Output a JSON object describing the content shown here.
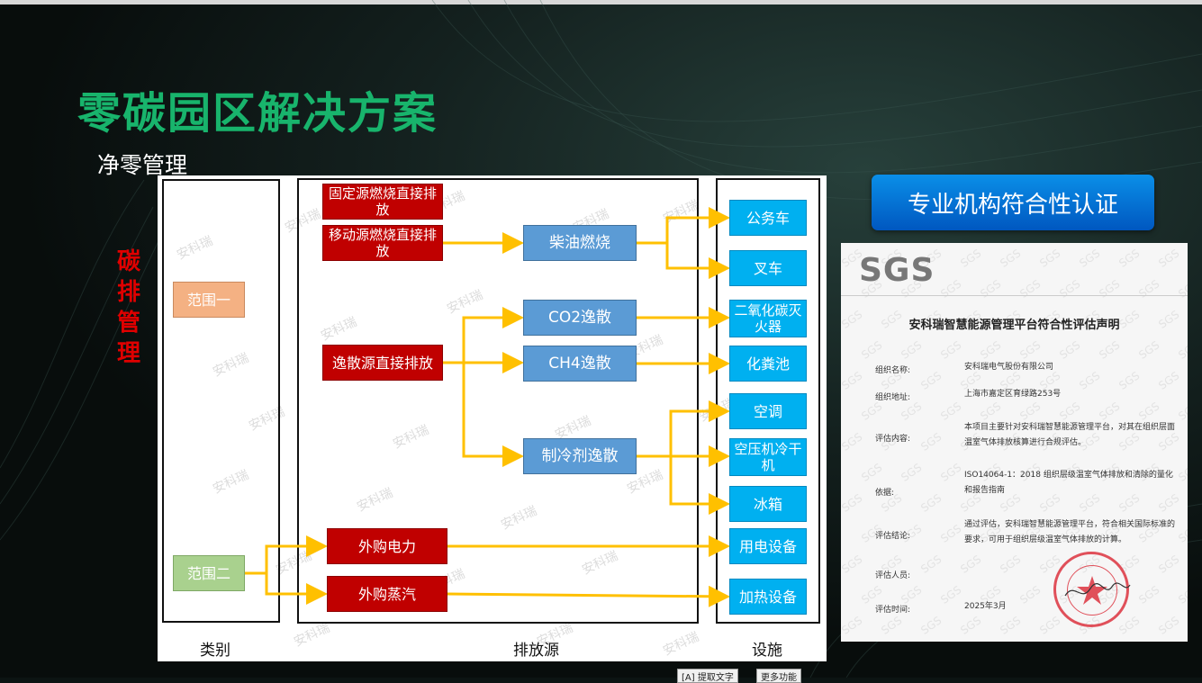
{
  "slide": {
    "title": "零碳园区解决方案",
    "subtitle": "净零管理",
    "side_label": [
      "碳",
      "排",
      "管",
      "理"
    ]
  },
  "diagram": {
    "watermark": "安科瑞",
    "column_headers": {
      "category": "类别",
      "source": "排放源",
      "facility": "设施"
    },
    "categories": {
      "scope1": "范围一",
      "scope2": "范围二"
    },
    "sources": {
      "fixed": "固定源燃烧直接排放",
      "mobile": "移动源燃烧直接排放",
      "fugitive": "逸散源直接排放",
      "power": "外购电力",
      "steam": "外购蒸汽"
    },
    "middle": {
      "diesel": "柴油燃烧",
      "co2": "CO2逸散",
      "ch4": "CH4逸散",
      "refrigerant": "制冷剂逸散"
    },
    "facilities": {
      "car": "公务车",
      "forklift": "叉车",
      "extinguisher": "二氧化碳灭火器",
      "septic": "化粪池",
      "ac": "空调",
      "compressor": "空压机冷干机",
      "fridge": "冰箱",
      "electric": "用电设备",
      "heating": "加热设备"
    }
  },
  "certification": {
    "button_label": "专业机构符合性认证",
    "logo": "SGS",
    "watermark": "SGS",
    "heading": "安科瑞智慧能源管理平台符合性评估声明",
    "rows": [
      {
        "label": "组织名称:",
        "value": "安科瑞电气股份有限公司"
      },
      {
        "label": "组织地址:",
        "value": "上海市嘉定区育绿路253号"
      },
      {
        "label": "评估内容:",
        "value": "本项目主要针对安科瑞智慧能源管理平台，对其在组织层面温室气体排放核算进行合规评估。"
      },
      {
        "label": "依据:",
        "value": "ISO14064-1：2018 组织层级温室气体排放和清除的量化和报告指南"
      },
      {
        "label": "评估结论:",
        "value": "通过评估，安科瑞智慧能源管理平台，符合相关国际标准的要求，可用于组织层级温室气体排放的计算。"
      },
      {
        "label": "评估人员:",
        "value": ""
      },
      {
        "label": "评估时间:",
        "value": "2025年3月"
      }
    ]
  },
  "toolbar": {
    "extract_text": "[A] 提取文字",
    "more": "更多功能"
  },
  "colors": {
    "title_green": "#18b46c",
    "arrow": "#ffc000",
    "red_box": "#c00000",
    "blue_box": "#5b9bd5",
    "cyan_box": "#00b0f0"
  }
}
